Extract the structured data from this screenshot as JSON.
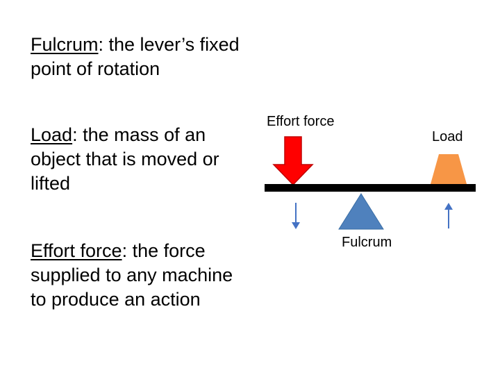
{
  "definitions": [
    {
      "term": "Fulcrum",
      "text": ":  the lever’s fixed point of rotation"
    },
    {
      "term": "Load",
      "text": ":  the mass of an object that is moved or lifted"
    },
    {
      "term": "Effort force",
      "text": ":  the force supplied to any machine to produce an action"
    }
  ],
  "diagram": {
    "effort_label": "Effort force",
    "load_label": "Load",
    "fulcrum_label": "Fulcrum",
    "colors": {
      "effort_arrow": "#ff0000",
      "effort_arrow_outline": "#c00000",
      "load_block": "#f79646",
      "fulcrum": "#4f81bd",
      "beam": "#000000",
      "motion_arrows": "#4472c4"
    }
  }
}
